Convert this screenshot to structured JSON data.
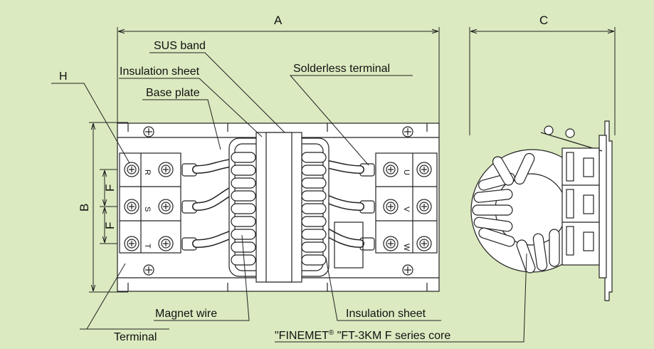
{
  "colors": {
    "background": "#dbeac0",
    "part_fill": "#ffffff",
    "stroke": "#222222"
  },
  "dimensions": {
    "A": "A",
    "B": "B",
    "C": "C",
    "F1": "F",
    "F2": "F",
    "H": "H"
  },
  "labels": {
    "sus_band": "SUS band",
    "insulation_sheet_top": "Insulation sheet",
    "base_plate": "Base plate",
    "solderless_terminal": "Solderless terminal",
    "magnet_wire": "Magnet wire",
    "insulation_sheet_bottom": "Insulation sheet",
    "terminal": "Terminal",
    "core_prefix": "\"FINEMET",
    "core_reg": "®",
    "core_suffix": " \"FT-3KM F series core"
  },
  "terminal_marks": {
    "left": [
      "R",
      "S",
      "T"
    ],
    "right": [
      "U",
      "V",
      "W"
    ]
  }
}
